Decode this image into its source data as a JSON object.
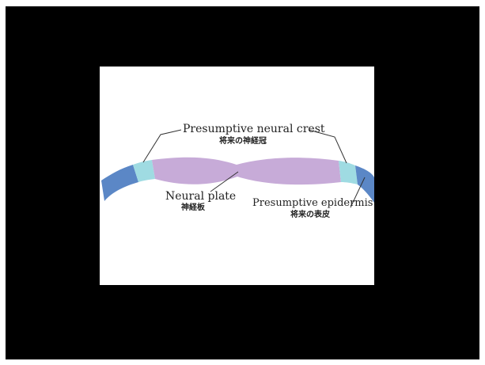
{
  "colors": {
    "page_background": "#ffffff",
    "screen_background": "#000000",
    "panel_background": "#ffffff",
    "epidermis": "#5b87c6",
    "neural_crest": "#9fdbe2",
    "neural_plate": "#c7abd8",
    "leader_line": "#333333"
  },
  "labels": {
    "neural_crest": {
      "en": "Presumptive neural crest",
      "jp": "将来の神経冠"
    },
    "neural_plate": {
      "en": "Neural plate",
      "jp": "神経板"
    },
    "epidermis": {
      "en": "Presumptive epidermis",
      "jp": "将来の表皮"
    }
  }
}
